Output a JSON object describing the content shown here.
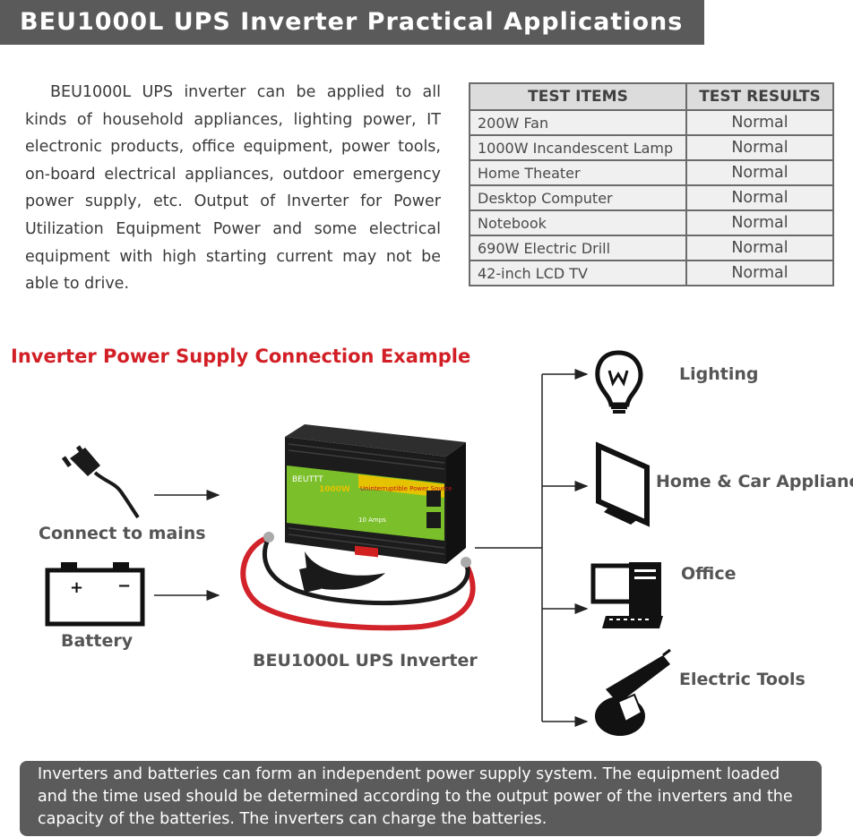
{
  "header": {
    "title": "BEU1000L UPS Inverter Practical Applications"
  },
  "intro": {
    "text": "BEU1000L UPS inverter can be applied to all kinds of household appliances, lighting power, IT electronic products, office equipment, power tools, on-board electrical appliances, outdoor emergency power supply, etc. Output of Inverter for Power Utilization Equipment Power and some electrical equipment with high starting current may not be able to drive."
  },
  "test_table": {
    "headers": [
      "TEST ITEMS",
      "TEST RESULTS"
    ],
    "rows": [
      {
        "item": "200W Fan",
        "result": "Normal"
      },
      {
        "item": "1000W Incandescent Lamp",
        "result": "Normal"
      },
      {
        "item": "Home Theater",
        "result": "Normal"
      },
      {
        "item": "Desktop Computer",
        "result": "Normal"
      },
      {
        "item": "Notebook",
        "result": "Normal"
      },
      {
        "item": "690W Electric Drill",
        "result": "Normal"
      },
      {
        "item": "42-inch LCD TV",
        "result": "Normal"
      }
    ]
  },
  "diagram": {
    "title": "Inverter Power Supply Connection Example",
    "inputs": {
      "mains": "Connect to mains",
      "battery": "Battery"
    },
    "battery_signs": {
      "plus": "+",
      "minus": "−"
    },
    "device": {
      "label": "BEU1000L UPS Inverter",
      "brand_text": "BEUTTT",
      "model_text": "1000W",
      "panel_text": "Uninterruptible Power Source",
      "amp_text": "10 Amps"
    },
    "outputs": {
      "lighting": "Lighting",
      "appliances": "Home & Car Appliances",
      "office": "Office",
      "tools": "Electric Tools"
    }
  },
  "footer": {
    "text": "Inverters and batteries can form an independent power supply system. The equipment loaded and the time used should be determined according to the output power of the inverters and the capacity of the batteries. The inverters can charge the batteries."
  },
  "colors": {
    "accent_red": "#d21f26",
    "header_bg": "#5a5a5a",
    "footer_bg": "#5b5b5b"
  }
}
